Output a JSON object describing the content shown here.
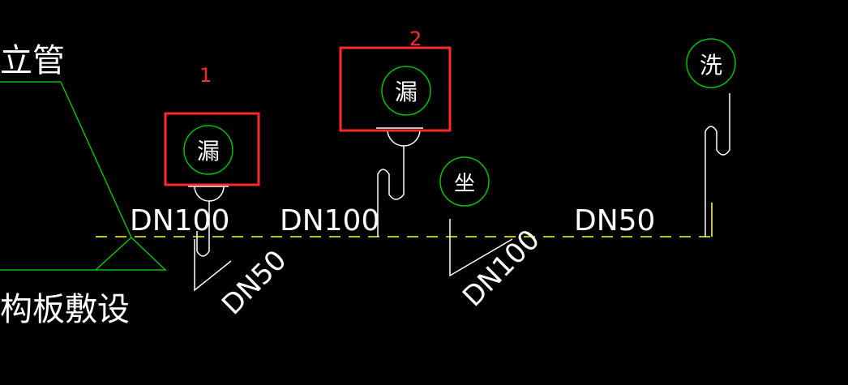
{
  "colors": {
    "background": "#000000",
    "pipe_line": "#ffff00",
    "outline": "#00c000",
    "fixture_circle": "#00c000",
    "pipe_stroke": "#ffffff",
    "highlight_box": "#ff2a2a",
    "text": "#ffffff"
  },
  "labels": {
    "top_left_text": "立管",
    "bottom_left_text": "构板敷设"
  },
  "markers": {
    "marker_1": "1",
    "marker_2": "2"
  },
  "fixtures": {
    "floor_drain_1": "漏",
    "floor_drain_2": "漏",
    "toilet": "坐",
    "washbasin": "洗"
  },
  "pipe_sizes": {
    "segment_1": "DN100",
    "segment_2": "DN100",
    "segment_3": "DN50",
    "branch_1": "DN50",
    "branch_2": "DN100"
  }
}
